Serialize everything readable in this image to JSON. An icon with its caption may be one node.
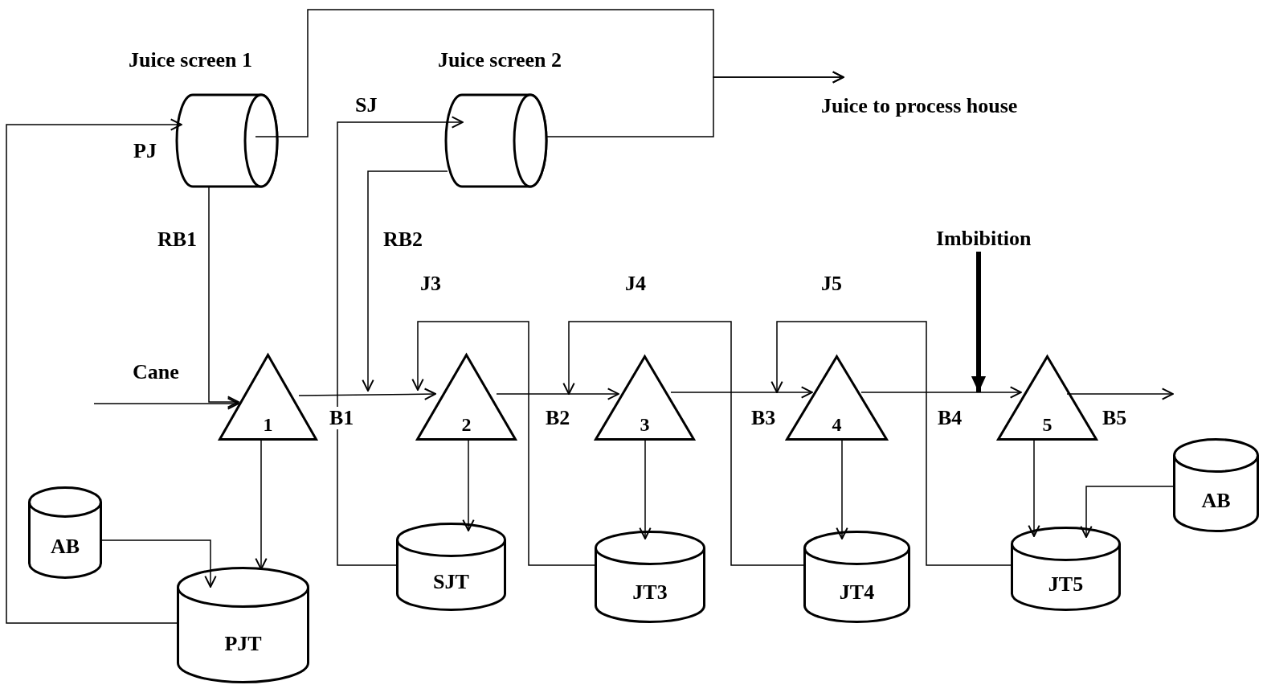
{
  "diagram": {
    "nodes": [
      {
        "text": [
          "Juice screen 1"
        ]
      },
      {
        "text": [
          "Juice screen 2"
        ]
      },
      {
        "text": [
          "Juice to process house"
        ]
      },
      {
        "text": [
          "1"
        ]
      },
      {
        "text": [
          "2"
        ]
      },
      {
        "text": [
          "3"
        ]
      },
      {
        "text": [
          "4"
        ]
      },
      {
        "text": [
          "5"
        ]
      },
      {
        "text": [
          "AB"
        ]
      },
      {
        "text": [
          "PJT"
        ]
      },
      {
        "text": [
          "SJT"
        ]
      },
      {
        "text": [
          "JT3"
        ]
      },
      {
        "text": [
          "JT4"
        ]
      },
      {
        "text": [
          "JT5"
        ]
      },
      {
        "text": [
          "AB"
        ]
      },
      {
        "text": [
          "Imbibition"
        ]
      }
    ],
    "edges": [
      {
        "from": 9,
        "to": 0,
        "arrow": "to",
        "label": "PJ"
      },
      {
        "from": 0,
        "to": 3,
        "arrow": "to",
        "label": "RB1"
      },
      {
        "from": 0,
        "to": 2,
        "arrow": "to"
      },
      {
        "from": 1,
        "to": 2,
        "arrow": "to"
      },
      {
        "from": 10,
        "to": 1,
        "arrow": "to",
        "label": "SJ"
      },
      {
        "from": 1,
        "to": 4,
        "arrow": "to",
        "label": "RB2"
      },
      {
        "from": null,
        "to": 3,
        "arrow": "to",
        "label": "Cane"
      },
      {
        "from": 3,
        "to": 4,
        "arrow": "to",
        "label": "B1"
      },
      {
        "from": 4,
        "to": 5,
        "arrow": "to",
        "label": "B2"
      },
      {
        "from": 5,
        "to": 6,
        "arrow": "to",
        "label": "B3"
      },
      {
        "from": 6,
        "to": 7,
        "arrow": "to",
        "label": "B4"
      },
      {
        "from": 7,
        "to": null,
        "arrow": "to",
        "label": "B5"
      },
      {
        "from": 15,
        "to": 7,
        "arrow": "to",
        "style": "thick"
      },
      {
        "from": 11,
        "to": 4,
        "arrow": "to",
        "label": "J3"
      },
      {
        "from": 12,
        "to": 5,
        "arrow": "to",
        "label": "J4"
      },
      {
        "from": 13,
        "to": 6,
        "arrow": "to",
        "label": "J5"
      },
      {
        "from": 3,
        "to": 9,
        "arrow": "to"
      },
      {
        "from": 4,
        "to": 10,
        "arrow": "to"
      },
      {
        "from": 5,
        "to": 11,
        "arrow": "to"
      },
      {
        "from": 6,
        "to": 12,
        "arrow": "to"
      },
      {
        "from": 7,
        "to": 13,
        "arrow": "to"
      },
      {
        "from": 8,
        "to": 9,
        "arrow": "to"
      },
      {
        "from": 14,
        "to": 13,
        "arrow": "to"
      }
    ]
  }
}
